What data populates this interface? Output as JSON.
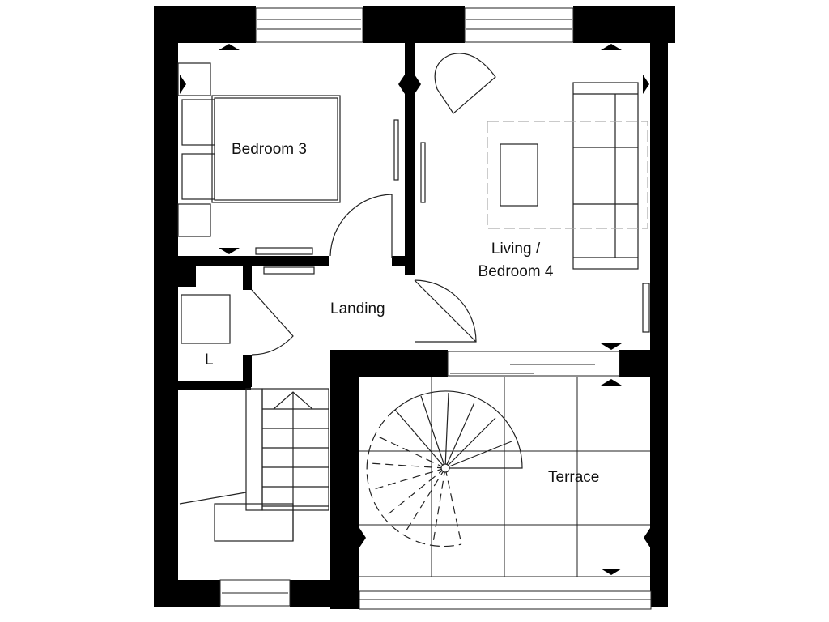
{
  "plan": {
    "rooms": [
      {
        "name": "Bedroom 3"
      },
      {
        "name": "Living /",
        "name2": "Bedroom 4"
      },
      {
        "name": "Landing"
      },
      {
        "name": "L"
      },
      {
        "name": "Terrace"
      }
    ]
  },
  "colors": {
    "wall": "#000000",
    "line": "#222222",
    "dashed": "#999999",
    "background": "#ffffff"
  }
}
